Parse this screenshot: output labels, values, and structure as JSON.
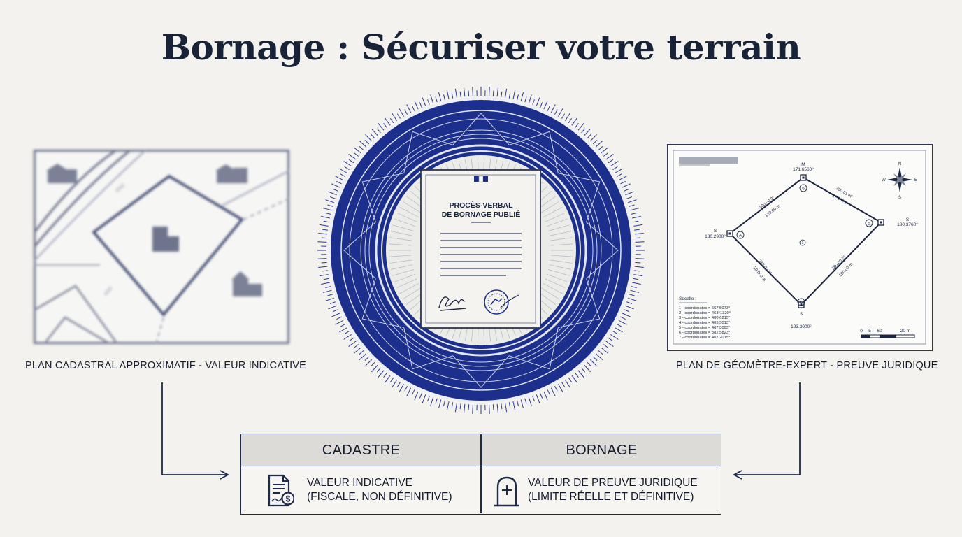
{
  "title": "Bornage : Sécuriser votre terrain",
  "left_caption": "PLAN CADASTRAL APPROXIMATIF - VALEUR INDICATIVE",
  "right_caption": "PLAN DE GÉOMÈTRE-EXPERT - PREUVE JURIDIQUE",
  "document": {
    "title_line1": "PROCÈS-VERBAL",
    "title_line2": "DE BORNAGE PUBLIÉ"
  },
  "comparison": {
    "cadastre_header": "CADASTRE",
    "bornage_header": "BORNAGE",
    "cadastre_line1": "VALEUR INDICATIVE",
    "cadastre_line2": "(FISCALE, NON DÉFINITIVE)",
    "bornage_line1": "VALEUR DE PREUVE JURIDIQUE",
    "bornage_line2": "(LIMITE RÉELLE ET DÉFINITIVE)",
    "cadastre_icon": "document-dollar-icon",
    "bornage_icon": "boundary-stone-icon"
  },
  "survey_plan": {
    "compass": {
      "n": "N",
      "s": "S",
      "e": "E",
      "w": "W",
      "icon": "compass-rose-icon"
    },
    "vertices": [
      {
        "marker": "6",
        "prefix": "M",
        "coord": "171.6560°"
      },
      {
        "marker": "A",
        "prefix": "S",
        "coord": "180.2900°"
      },
      {
        "marker": "5",
        "prefix": "S",
        "coord": "180.3760°"
      },
      {
        "marker": "G",
        "prefix": "S",
        "coord": "193.3000°"
      }
    ],
    "center_marker": "1",
    "edge_labels": [
      {
        "bearing": "300.00 2°",
        "length": "120.00 m"
      },
      {
        "bearing": "300.01 m°",
        "length": "17.500 m"
      },
      {
        "bearing": "280.00 2°",
        "length": "38.000 m"
      },
      {
        "bearing": "280.00 2°",
        "length": "180.00 m"
      }
    ],
    "scale_heading": "Sdcalle :",
    "coordinates": [
      "1 - coordonates = 667.5073°",
      "2 - coordonates = 463°1320°",
      "3 - coordonates = 400.6215°",
      "4 - coordonates = 405.5013°",
      "5 - coordonates = 467.3093°",
      "6 - coordonates = 382.5823°",
      "7 - coordonates = 407.2015°"
    ],
    "scale_ticks": [
      "0",
      "5",
      "60",
      "20 m"
    ]
  },
  "colors": {
    "navy": "#1e2a4a",
    "royal_blue": "#1d2f8c",
    "paper": "#f3f2ee",
    "header_gray": "#dcdbd7"
  }
}
